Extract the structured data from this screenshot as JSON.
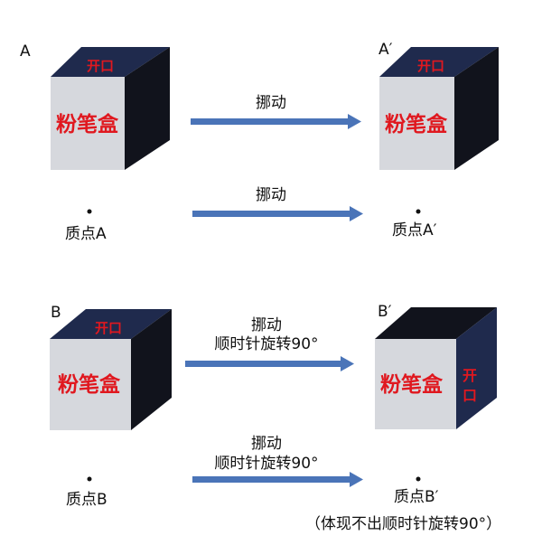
{
  "labels": {
    "A": "A",
    "A_prime": "A′",
    "B": "B",
    "B_prime": "B′"
  },
  "box_text": {
    "chalk_box": "粉笔盒",
    "opening": "开口",
    "opening_vertical_1": "开",
    "opening_vertical_2": "口"
  },
  "arrows": {
    "move": "挪动",
    "rotate_line1": "挪动",
    "rotate_line2": "顺时针旋转90°"
  },
  "points": {
    "A": "质点A",
    "A_prime": "质点A′",
    "B": "质点B",
    "B_prime": "质点B′",
    "note": "（体现不出顺时针旋转90°）"
  },
  "colors": {
    "arrow": "#4a74b8",
    "cube_top": "#1f2a4d",
    "cube_side": "#11131c",
    "cube_front": "#d6d8dd",
    "text_red": "#e0181f"
  }
}
